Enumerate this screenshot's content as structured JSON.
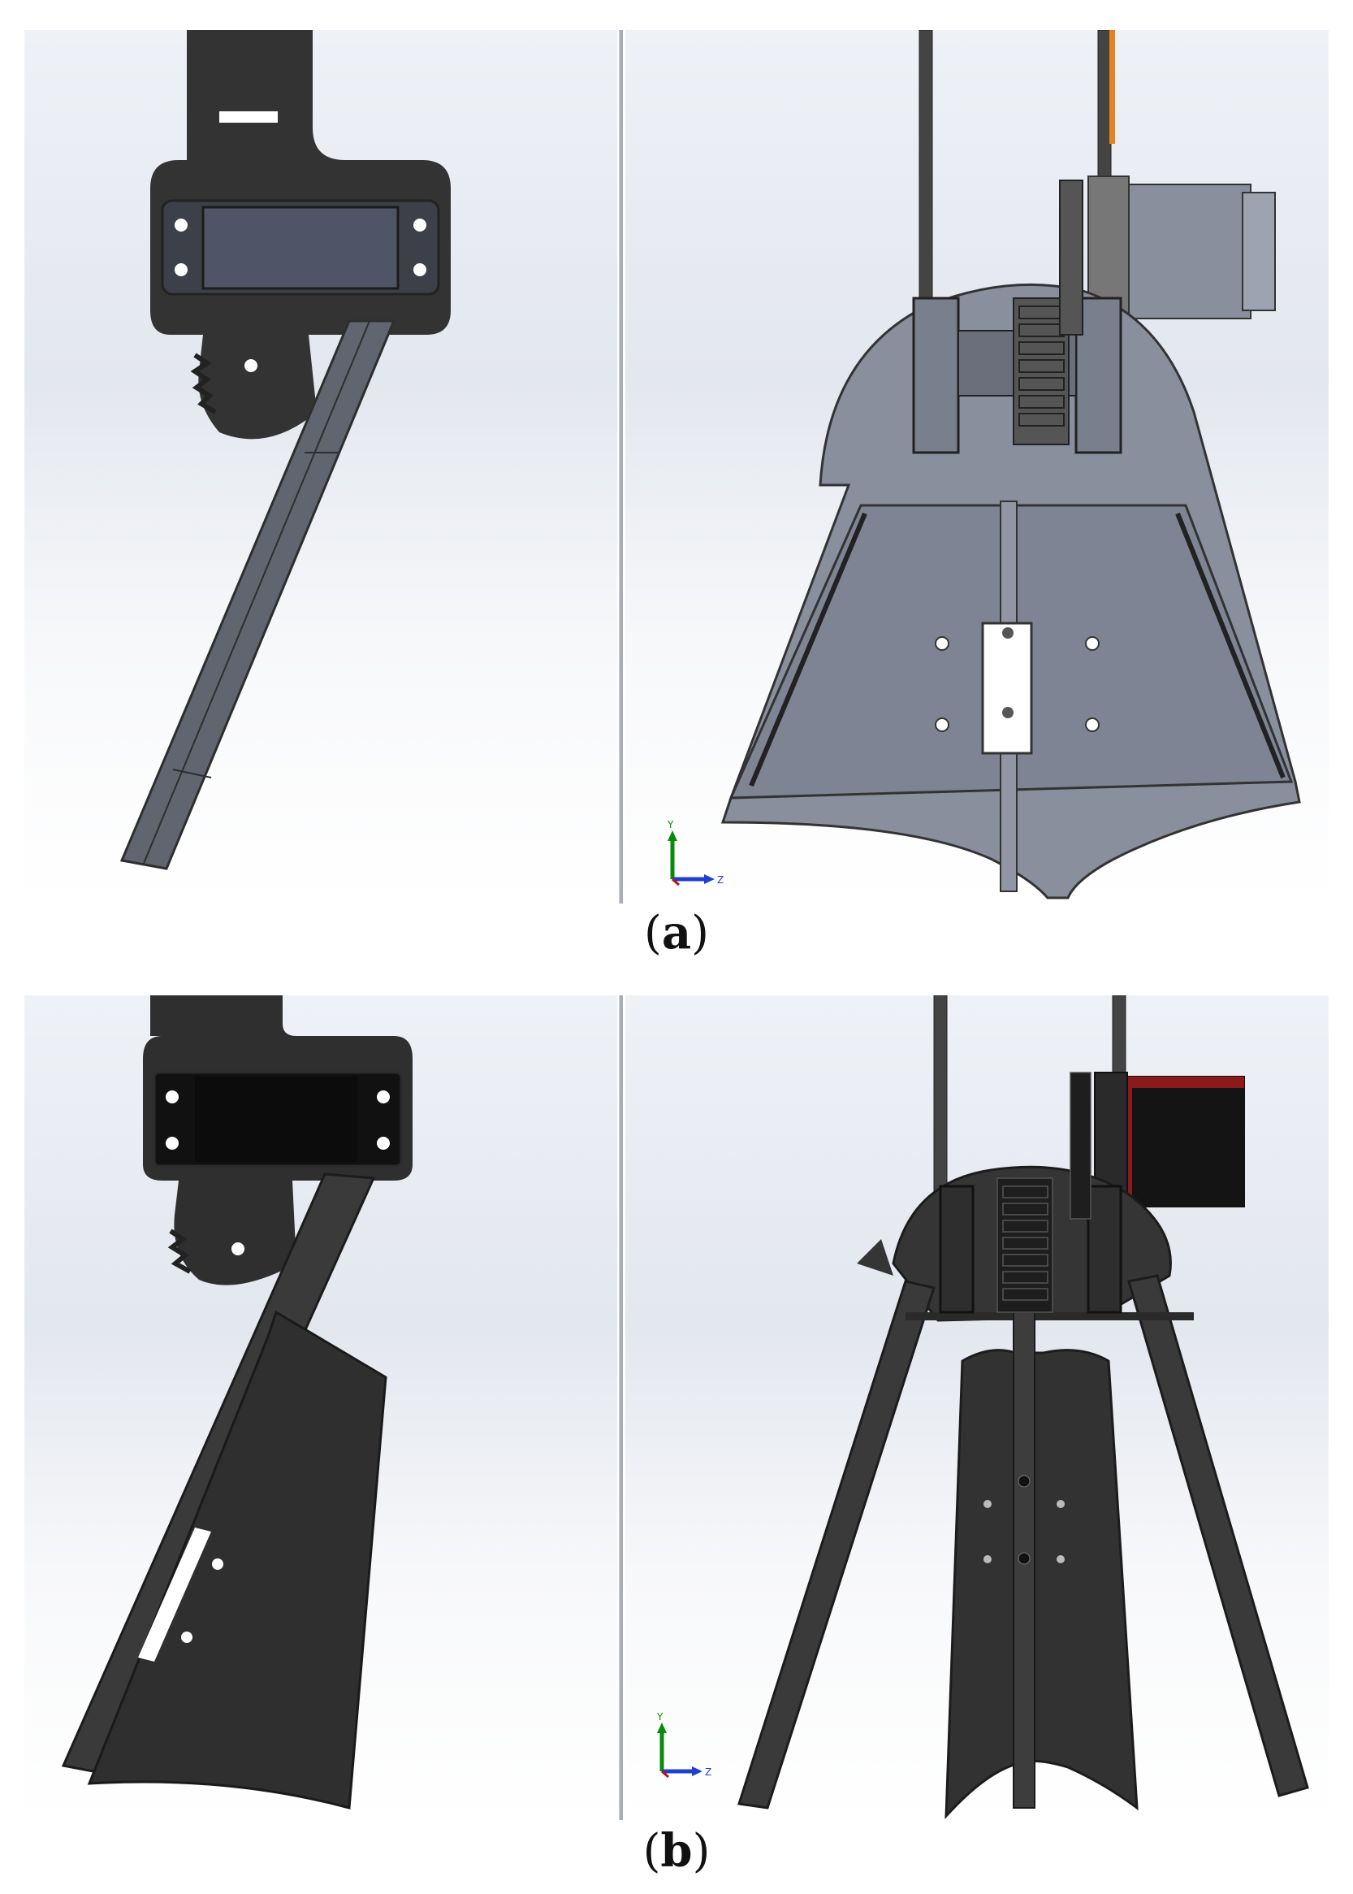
{
  "figure": {
    "caption_a_open": "(",
    "caption_a_letter": "a",
    "caption_a_close": ")",
    "caption_b_open": "(",
    "caption_b_letter": "b",
    "caption_b_close": ")"
  },
  "triad": {
    "y_label": "Y",
    "z_label": "Z"
  },
  "colors": {
    "part_grey": "#8a8f9e",
    "part_dark": "#3a3a3a",
    "motor_red": "#8b1a1a",
    "orange": "#e8821c"
  }
}
